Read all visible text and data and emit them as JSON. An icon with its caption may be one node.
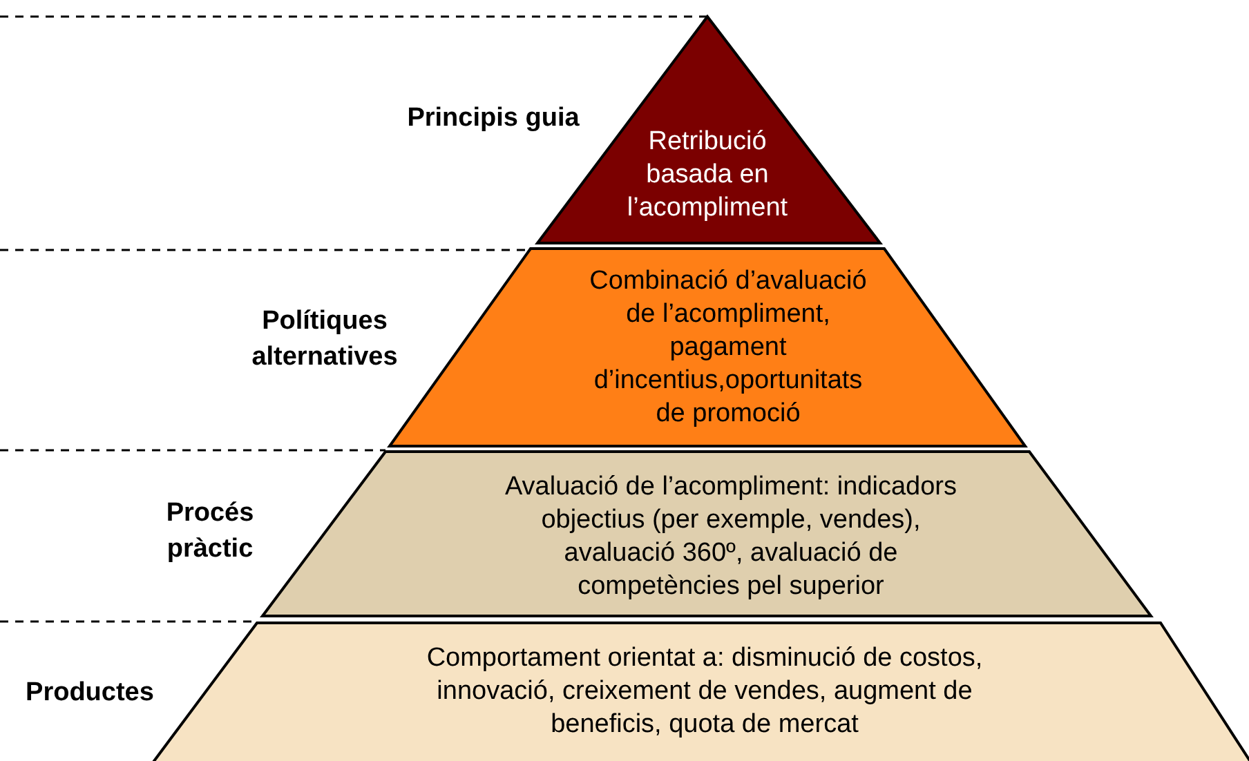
{
  "diagram": {
    "nodes": [
      {
        "text": [
          "Retribució basada en l’acompliment"
        ],
        "beside": [
          "Principis guia"
        ]
      },
      {
        "text": [
          "Combinació d’avaluació de l’acompliment, pagament d’incentius,oportunitats de promoció"
        ],
        "beside": [
          "Polítiques alternatives"
        ]
      },
      {
        "text": [
          "Avaluació de l’acompliment: indicadors objectius (per exemple, vendes), avaluació 360º, avaluació de competències pel superior"
        ],
        "beside": [
          "Procés pràctic"
        ]
      },
      {
        "text": [
          "Comportament orientat a: disminució de costos, innovació, creixement de vendes, augment de beneficis, quota de mercat"
        ],
        "beside": [
          "Productes"
        ]
      }
    ]
  }
}
